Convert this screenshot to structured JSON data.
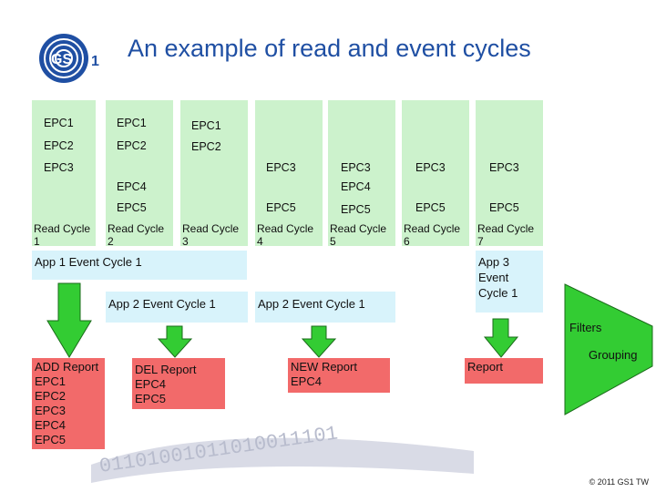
{
  "title": "An example of read and event cycles",
  "logo_text": "GS1",
  "read_cycles": [
    {
      "label": "Read Cycle\n1",
      "epcs": [
        "EPC1",
        "EPC2",
        "EPC3",
        "",
        "",
        ""
      ]
    },
    {
      "label": "Read Cycle\n2",
      "epcs": [
        "EPC1",
        "EPC2",
        "",
        "EPC4",
        "EPC5"
      ]
    },
    {
      "label": "Read Cycle\n3",
      "epcs": [
        "EPC1",
        "EPC2"
      ]
    },
    {
      "label": "Read Cycle\n4",
      "epcs": [
        "EPC3",
        "EPC5"
      ]
    },
    {
      "label": "Read Cycle\n5",
      "epcs": [
        "EPC3",
        "EPC4",
        "EPC5"
      ]
    },
    {
      "label": "Read Cycle\n6",
      "epcs": [
        "EPC3",
        "EPC5"
      ]
    },
    {
      "label": "Read Cycle\n7",
      "epcs": [
        "EPC3",
        "EPC5"
      ]
    }
  ],
  "events": {
    "app1": "App 1 Event Cycle 1",
    "app2a": "App 2 Event Cycle 1",
    "app2b": "App 2 Event Cycle 1",
    "app3": "App 3\nEvent\nCycle 1"
  },
  "reports": {
    "add": "ADD Report\nEPC1\nEPC2\nEPC3\nEPC4\nEPC5",
    "del": "DEL Report\nEPC4\nEPC5",
    "new": "NEW Report\nEPC4",
    "generic": "Report"
  },
  "funnel": {
    "filters": "Filters",
    "grouping": "Grouping"
  },
  "copyright": "© 2011 GS1 TW",
  "watermark": "01101001011010011101",
  "colors": {
    "cycle": "#ccf2cc",
    "event": "#d8f3fb",
    "report": "#f26a6a",
    "arrow": "#33cc33",
    "title": "#1f4fa3"
  }
}
